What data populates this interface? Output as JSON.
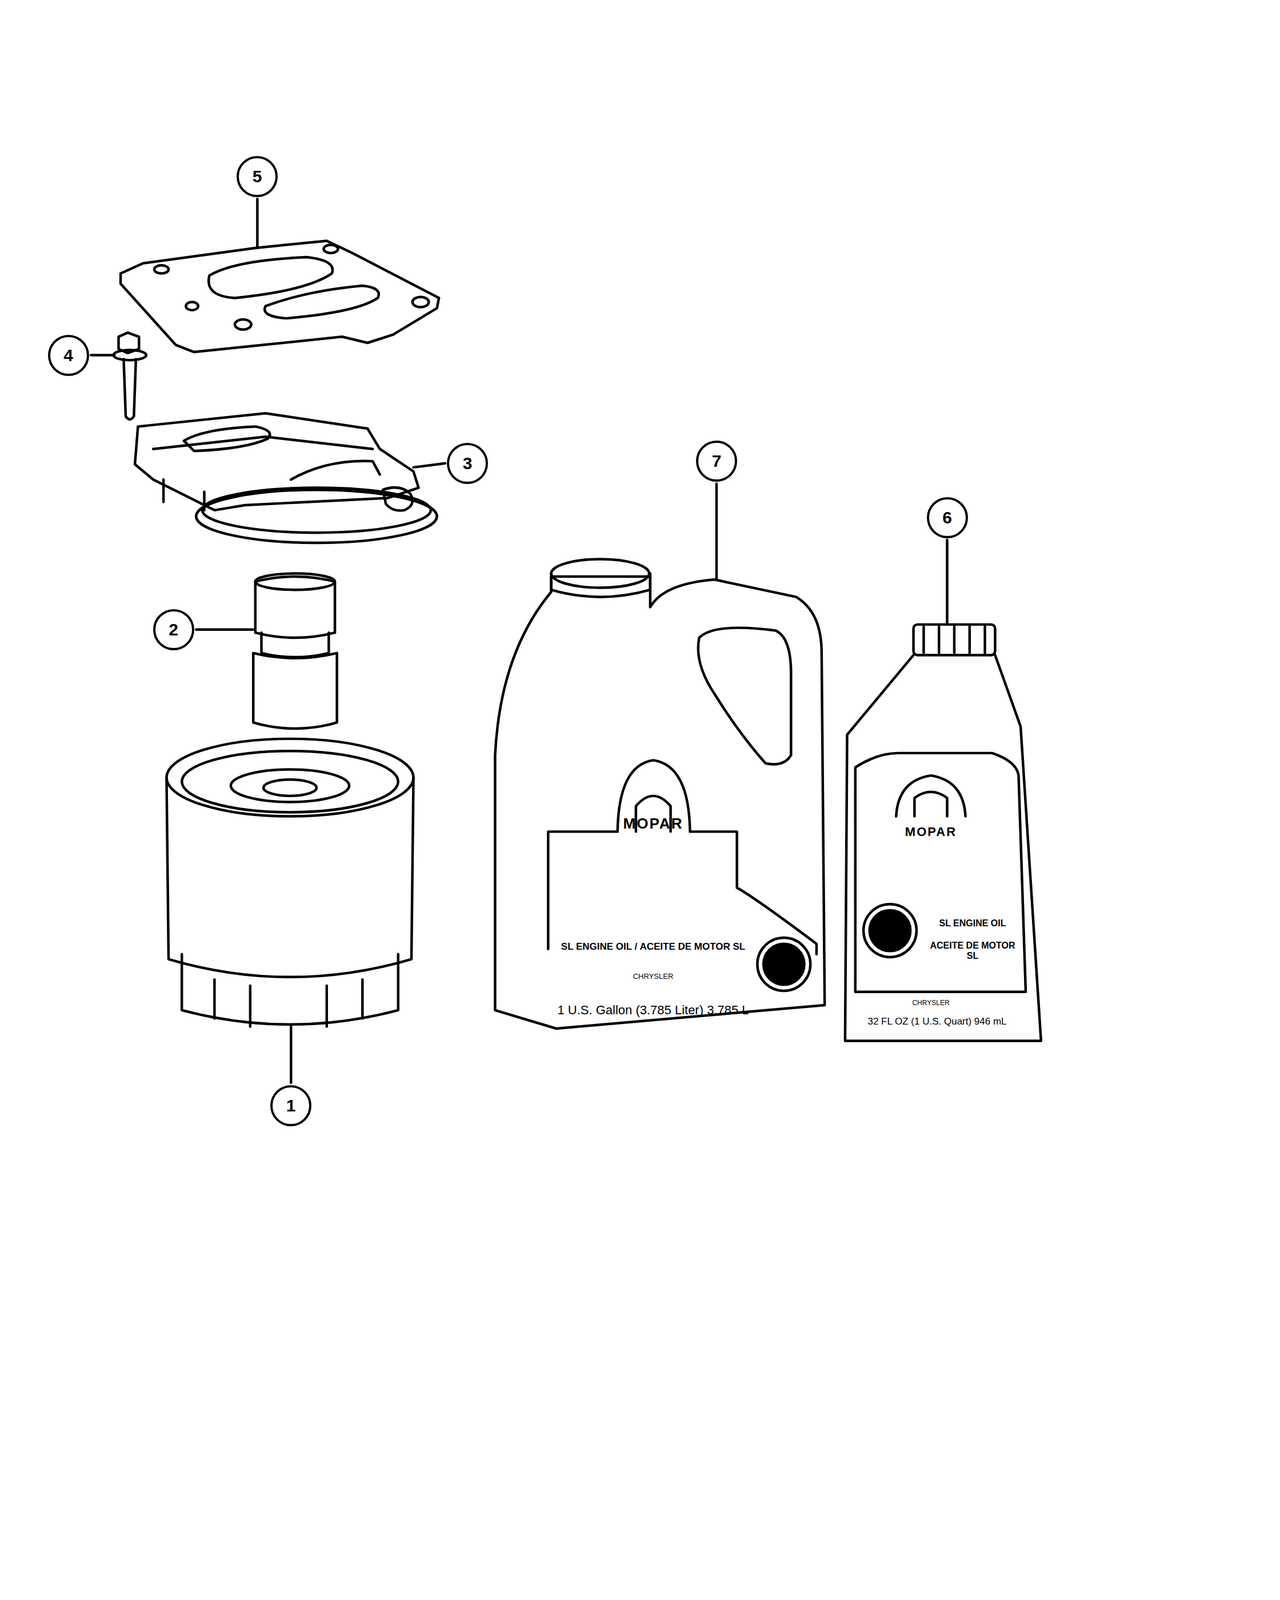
{
  "diagram": {
    "nodes": [
      {
        "text": [
          "5"
        ]
      },
      {
        "text": [
          "4"
        ]
      },
      {
        "text": [
          "7"
        ]
      },
      {
        "text": [
          "3"
        ]
      },
      {
        "text": [
          "6"
        ]
      },
      {
        "text": [
          "2"
        ]
      },
      {
        "text": [
          "1"
        ]
      }
    ],
    "labels": [
      "MOPAR",
      "SL ENGINE OIL / ACEITE DE MOTOR SL",
      "CHRYSLER",
      "1 U.S. Gallon (3.785 Liter) 3.785 L",
      "MOPAR",
      "SL ENGINE OIL",
      "ACEITE DE MOTOR SL",
      "CHRYSLER",
      "32 FL OZ (1 U.S. Quart) 946 mL"
    ]
  }
}
